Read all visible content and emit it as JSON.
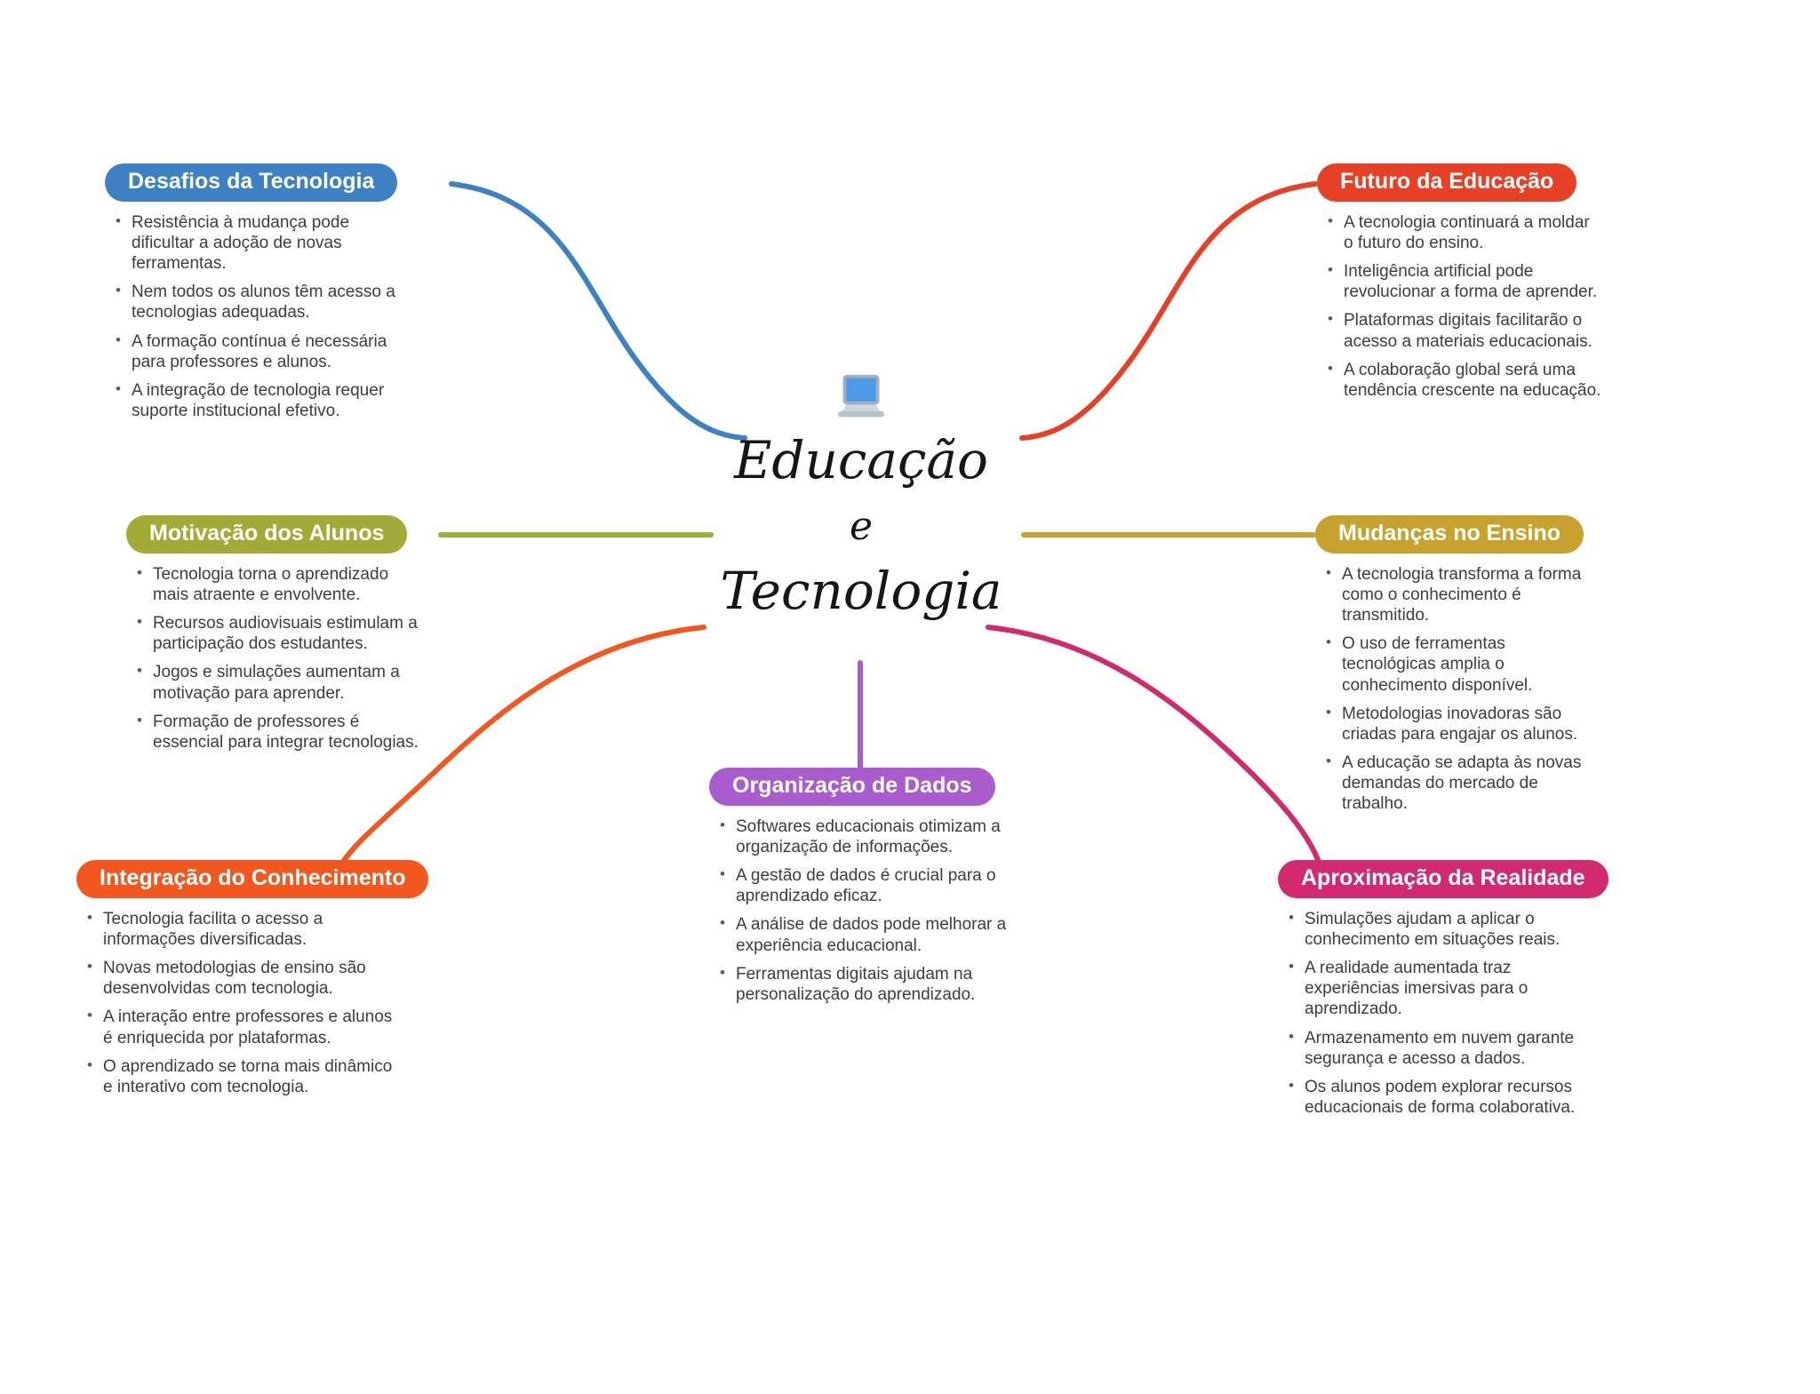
{
  "background": "#ffffff",
  "text_color": "#3d3d3d",
  "center": {
    "icon": "laptop-icon",
    "line1": "Educação",
    "line2": "e",
    "line3": "Tecnologia"
  },
  "branches": [
    {
      "id": "desafios-da-tecnologia",
      "label": "Desafios da Tecnologia",
      "color": "#3d80c4",
      "bullets": [
        "Resistência à mudança pode dificultar a adoção de novas ferramentas.",
        "Nem todos os alunos têm acesso a tecnologias adequadas.",
        "A formação contínua é necessária para professores e alunos.",
        "A integração de tecnologia requer suporte institucional efetivo."
      ]
    },
    {
      "id": "futuro-da-educacao",
      "label": "Futuro da Educação",
      "color": "#e64026",
      "bullets": [
        "A tecnologia continuará a moldar o futuro do ensino.",
        "Inteligência artificial pode revolucionar a forma de aprender.",
        "Plataformas digitais facilitarão o acesso a materiais educacionais.",
        "A colaboração global será uma tendência crescente na educação."
      ]
    },
    {
      "id": "motivacao-dos-alunos",
      "label": "Motivação dos Alunos",
      "color": "#a2aa38",
      "bullets": [
        "Tecnologia torna o aprendizado mais atraente e envolvente.",
        "Recursos audiovisuais estimulam a participação dos estudantes.",
        "Jogos e simulações aumentam a motivação para aprender.",
        "Formação de professores é essencial para integrar tecnologias."
      ]
    },
    {
      "id": "mudancas-no-ensino",
      "label": "Mudanças no Ensino",
      "color": "#c8a22e",
      "bullets": [
        "A tecnologia transforma a forma como o conhecimento é transmitido.",
        "O uso de ferramentas tecnológicas amplia o conhecimento disponível.",
        "Metodologias inovadoras são criadas para engajar os alunos.",
        "A educação se adapta às novas demandas do mercado de trabalho."
      ]
    },
    {
      "id": "integracao-do-conhecimento",
      "label": "Integração do Conhecimento",
      "color": "#f2571f",
      "bullets": [
        "Tecnologia facilita o acesso a informações diversificadas.",
        "Novas metodologias de ensino são desenvolvidas com tecnologia.",
        "A interação entre professores e alunos é enriquecida por plataformas.",
        "O aprendizado se torna mais dinâmico e interativo com tecnologia."
      ]
    },
    {
      "id": "organizacao-de-dados",
      "label": "Organização de Dados",
      "color": "#a95ccb",
      "bullets": [
        "Softwares educacionais otimizam a organização de informações.",
        "A gestão de dados é crucial para o aprendizado eficaz.",
        "A análise de dados pode melhorar a experiência educacional.",
        "Ferramentas digitais ajudam na personalização do aprendizado."
      ]
    },
    {
      "id": "aproximacao-da-realidade",
      "label": "Aproximação da Realidade",
      "color": "#d22a6e",
      "bullets": [
        "Simulações ajudam a aplicar o conhecimento em situações reais.",
        "A realidade aumentada traz experiências imersivas para o aprendizado.",
        "Armazenamento em nuvem garante segurança e acesso a dados.",
        "Os alunos podem explorar recursos educacionais de forma colaborativa."
      ]
    }
  ]
}
